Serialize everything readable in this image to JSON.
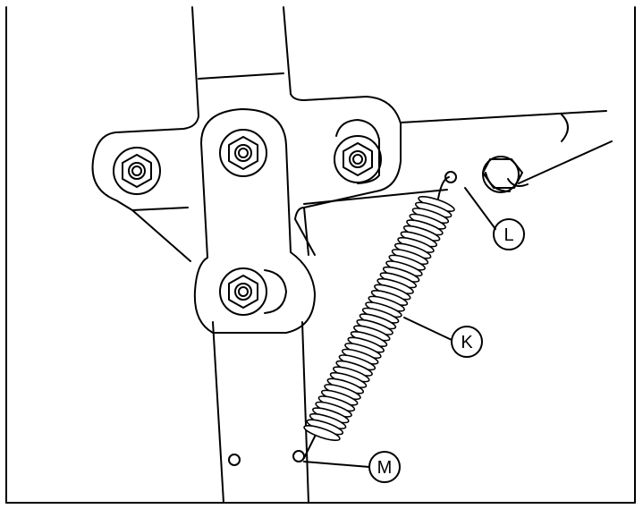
{
  "callouts": {
    "k": "K",
    "l": "L",
    "m": "M"
  },
  "colors": {
    "line": "#000000",
    "background": "#ffffff"
  }
}
